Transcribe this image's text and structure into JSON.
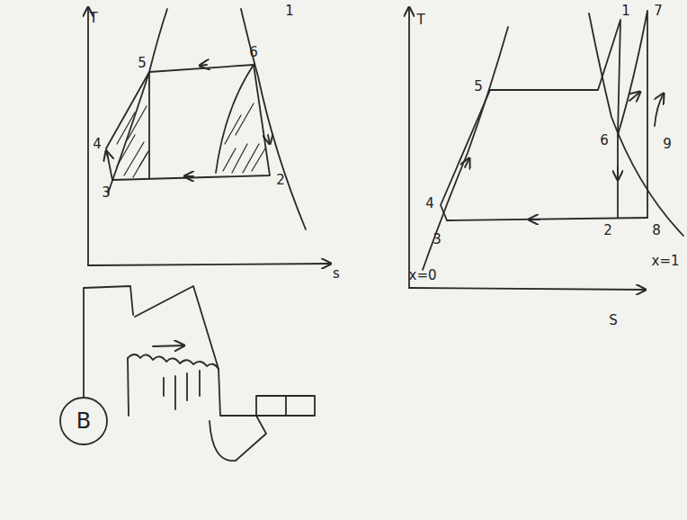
{
  "diagram": {
    "nodes": [
      {
        "text": [
          "B"
        ]
      }
    ],
    "labels": [
      "T",
      "5",
      "6",
      "1",
      "4",
      "3",
      "2",
      "s",
      "T",
      "5",
      "1",
      "7",
      "6",
      "9",
      "4",
      "3",
      "2",
      "8",
      "x=0",
      "x=1",
      "S"
    ]
  }
}
